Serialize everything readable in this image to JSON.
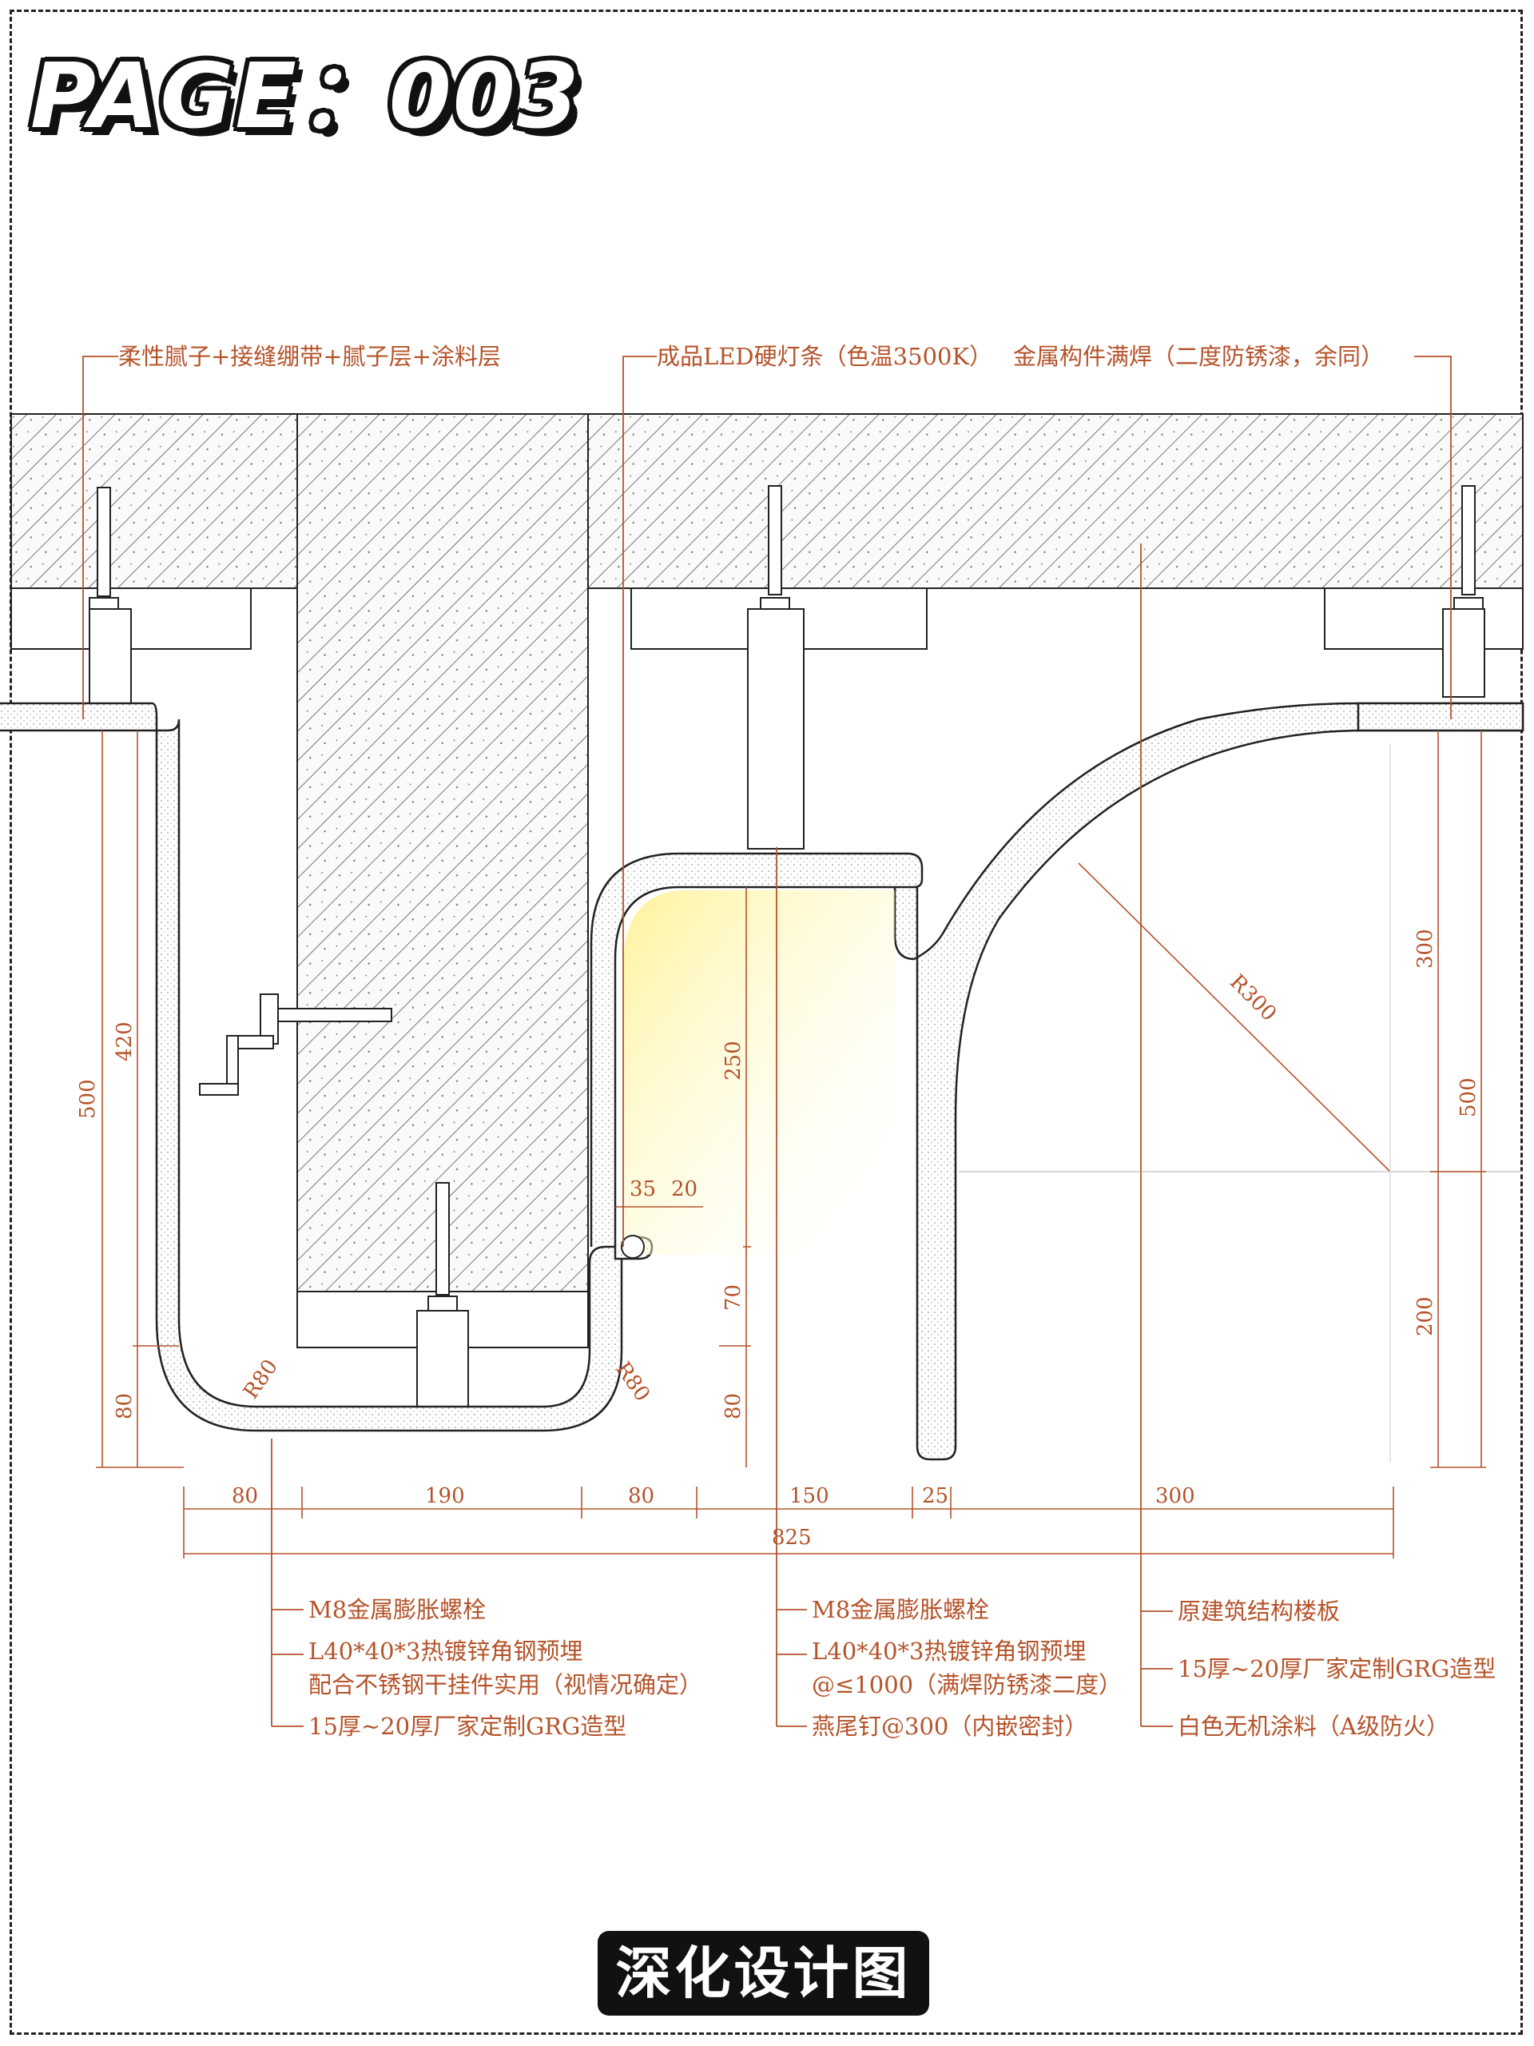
{
  "page": {
    "title": "PAGE：003",
    "footer": "深化设计图"
  },
  "annotations": {
    "top_left": "柔性腻子+接缝绷带+腻子层+涂料层",
    "top_mid": "成品LED硬灯条（色温3500K）",
    "top_right": "金属构件满焊（二度防锈漆，余同）",
    "left": [
      "M8金属膨胀螺栓",
      "L40*40*3热镀锌角钢预埋",
      "配合不锈钢干挂件实用（视情况确定）",
      "15厚~20厚厂家定制GRG造型"
    ],
    "middle": [
      "M8金属膨胀螺栓",
      "L40*40*3热镀锌角钢预埋",
      "@≤1000（满焊防锈漆二度）",
      "燕尾钉@300（内嵌密封）"
    ],
    "right": [
      "原建筑结构楼板",
      "15厚~20厚厂家定制GRG造型",
      "白色无机涂料（A级防火）"
    ]
  },
  "dimensions": {
    "bottom": [
      "80",
      "190",
      "80",
      "150",
      "25",
      "300"
    ],
    "total": "825",
    "left_vertical": [
      "500",
      "420",
      "80"
    ],
    "inner": [
      "250",
      "70",
      "80",
      "35",
      "20"
    ],
    "right_vertical": [
      "300",
      "500",
      "200"
    ],
    "radii": [
      "R80",
      "R80",
      "R300"
    ]
  },
  "colors": {
    "line": "#222222",
    "annotation": "#b5532a",
    "light": "#fff6b0",
    "hatch": "#555555"
  }
}
